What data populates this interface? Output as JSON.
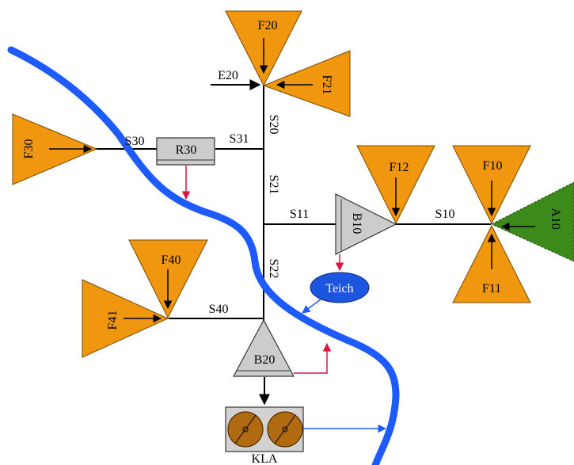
{
  "colors": {
    "catchment_fill": "#f0960f",
    "catchment_stroke": "#7a4a00",
    "inflow_fill": "#3c8a1a",
    "river": "#1e5bff",
    "structure_fill": "#cccccc",
    "pond_fill": "#1c55e0",
    "overflow_arrow": "#e0143c",
    "plant_fill": "#b06a10",
    "plant_box": "#d2d2d2"
  },
  "catchments": {
    "f20": "F20",
    "f21": "F21",
    "f30": "F30",
    "f12": "F12",
    "f10": "F10",
    "f11": "F11",
    "f40": "F40",
    "f41": "F41"
  },
  "external_inflow": {
    "a10": "A10"
  },
  "inflow_label": {
    "e20": "E20"
  },
  "sewer_sections": {
    "s30": "S30",
    "s31": "S31",
    "s20": "S20",
    "s21": "S21",
    "s11": "S11",
    "s10": "S10",
    "s22": "S22",
    "s40": "S40"
  },
  "structures": {
    "r30": "R30",
    "b10": "B10",
    "b20": "B20",
    "pond": "Teich",
    "plant": "KLA"
  },
  "icons": {
    "river": "river-line",
    "treatment_plant": "clarifier-icon"
  }
}
